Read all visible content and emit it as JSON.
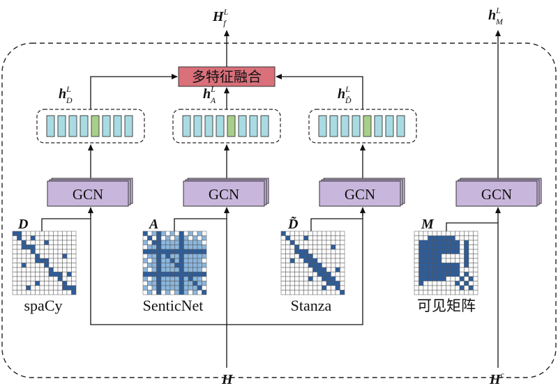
{
  "outputs": {
    "hf": {
      "base": "H",
      "sup": "L",
      "sub": "f"
    },
    "hm": {
      "base": "h",
      "sup": "L",
      "sub": "M"
    }
  },
  "fusion_label": "多特征融合",
  "hidden_labels": {
    "d": {
      "base": "h",
      "sup": "L",
      "sub": "D"
    },
    "a": {
      "base": "h",
      "sup": "L",
      "sub": "A"
    },
    "dt": {
      "base": "h",
      "sup": "L",
      "sub": "D̃"
    }
  },
  "gcn_label": "GCN",
  "matrix_labels": {
    "d": "D",
    "a": "A",
    "dt": "D̃",
    "m": "M"
  },
  "sources": {
    "spacy": "spaCy",
    "senticnet": "SenticNet",
    "stanza": "Stanza",
    "visible": "可见矩阵"
  },
  "inputs": {
    "h": "H",
    "hc_base": "H",
    "hc_sup": "c"
  },
  "colors": {
    "cell_cyan": "#a9dbe3",
    "cell_green": "#a8cf8a",
    "gcn_purple": "#c9b6dc",
    "fusion_pink": "#d9707a",
    "matrix_blue": "#2e5d9a",
    "matrix_light": "#8bb6dd"
  }
}
